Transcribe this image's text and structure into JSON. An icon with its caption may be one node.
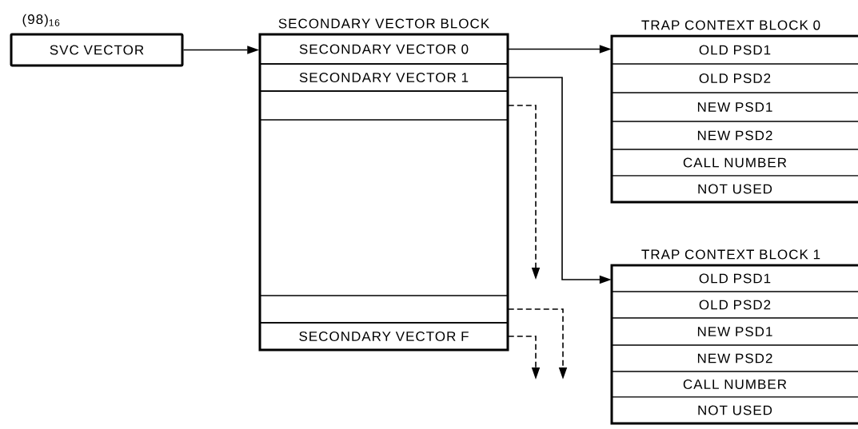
{
  "diagram": {
    "nodes": [
      {
        "text": [
          "SVC VECTOR"
        ],
        "beside": [
          "(98)$_{16}$"
        ]
      },
      {
        "text": [
          "SECONDARY VECTOR BLOCK"
        ]
      },
      {
        "text": [
          "SECONDARY VECTOR 0"
        ],
        "in": 1
      },
      {
        "text": [
          "SECONDARY VECTOR 1"
        ],
        "in": 1
      },
      {
        "text": [],
        "shape": "box",
        "in": 1
      },
      {
        "text": [],
        "shape": "box",
        "in": 1
      },
      {
        "text": [
          "SECONDARY VECTOR F"
        ],
        "in": 1
      },
      {
        "text": [
          "TRAP CONTEXT BLOCK 0"
        ]
      },
      {
        "text": [
          "OLD PSD1"
        ],
        "in": 7
      },
      {
        "text": [
          "OLD PSD2"
        ],
        "in": 7
      },
      {
        "text": [
          "NEW PSD1"
        ],
        "in": 7
      },
      {
        "text": [
          "NEW PSD2"
        ],
        "in": 7
      },
      {
        "text": [
          "CALL NUMBER"
        ],
        "in": 7
      },
      {
        "text": [
          "NOT USED"
        ],
        "in": 7
      },
      {
        "text": [
          "TRAP CONTEXT BLOCK 1"
        ]
      },
      {
        "text": [
          "OLD PSD1"
        ],
        "in": 14
      },
      {
        "text": [
          "OLD PSD2"
        ],
        "in": 14
      },
      {
        "text": [
          "NEW PSD1"
        ],
        "in": 14
      },
      {
        "text": [
          "NEW PSD2"
        ],
        "in": 14
      },
      {
        "text": [
          "CALL NUMBER"
        ],
        "in": 14
      },
      {
        "text": [
          "NOT USED"
        ],
        "in": 14
      }
    ],
    "edges": [
      {
        "from": 0,
        "to": 2,
        "arrow": "to"
      },
      {
        "from": 2,
        "to": 7,
        "arrow": "to"
      },
      {
        "from": 3,
        "to": 14,
        "arrow": "to"
      },
      {
        "from": 4,
        "to": null,
        "arrow": "to",
        "style": "dashed"
      },
      {
        "from": 5,
        "to": null,
        "arrow": "to",
        "style": "dashed"
      },
      {
        "from": 6,
        "to": null,
        "arrow": "to",
        "style": "dashed"
      }
    ]
  }
}
